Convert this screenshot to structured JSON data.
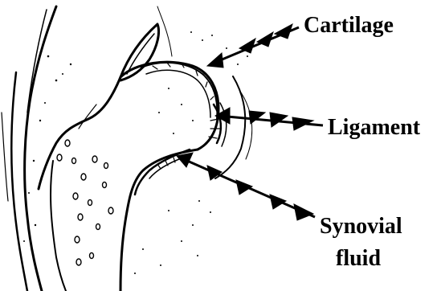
{
  "diagram": {
    "labels": {
      "cartilage": "Cartilage",
      "ligament": "Ligament",
      "synovial_line1": "Synovial",
      "synovial_line2": "fluid"
    },
    "colors": {
      "ink": "#000000",
      "paper": "#ffffff"
    }
  }
}
